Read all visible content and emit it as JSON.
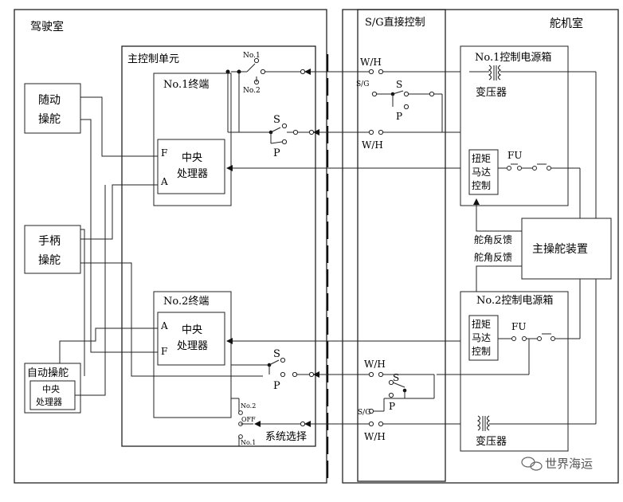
{
  "zones": {
    "bridge": "驾驶室",
    "sg_direct": "S/G直接控制",
    "steering_gear_room": "舵机室",
    "main_control_unit": "主控制单元"
  },
  "bridge_inputs": {
    "follow_up": [
      "随动",
      "操舵"
    ],
    "hand_lever": [
      "手柄",
      "操舵"
    ],
    "autopilot": "自动操舵",
    "autopilot_cpu": [
      "中央",
      "处理器"
    ]
  },
  "terminal1": {
    "title": "No.1终端",
    "cpu": [
      "中央",
      "处理器"
    ],
    "port_f": "F",
    "port_a": "A",
    "selector_no1": "No.1",
    "selector_no2": "No.2",
    "switch_s": "S",
    "switch_p": "P"
  },
  "terminal2": {
    "title": "No.2终端",
    "cpu": [
      "中央",
      "处理器"
    ],
    "port_a": "A",
    "port_f": "F",
    "switch_s": "S",
    "switch_p": "P"
  },
  "system_select": {
    "label": "系统选择",
    "no2": "No.2",
    "off": "OFF",
    "no1": "No.1"
  },
  "sg_panel": {
    "wh_1": "W/H",
    "sg_1": "S/G",
    "s_1": "S",
    "p_1": "P",
    "wh_2": "W/H",
    "wh_3": "W/H",
    "s_2": "S",
    "p_2": "P",
    "sg_2": "S/G",
    "wh_4": "W/H"
  },
  "power_box1": {
    "title": "No.1控制电源箱",
    "transformer": "变压器",
    "torque_motor": [
      "扭矩",
      "马达",
      "控制"
    ],
    "fuse": "FU"
  },
  "power_box2": {
    "title": "No.2控制电源箱",
    "transformer": "变压器",
    "torque_motor": [
      "扭矩",
      "马达",
      "控制"
    ],
    "fuse": "FU"
  },
  "main_unit": {
    "label": "主操舵装置",
    "feedback_1": "舵角反馈",
    "feedback_2": "舵角反馈"
  },
  "watermark": "世界海运"
}
